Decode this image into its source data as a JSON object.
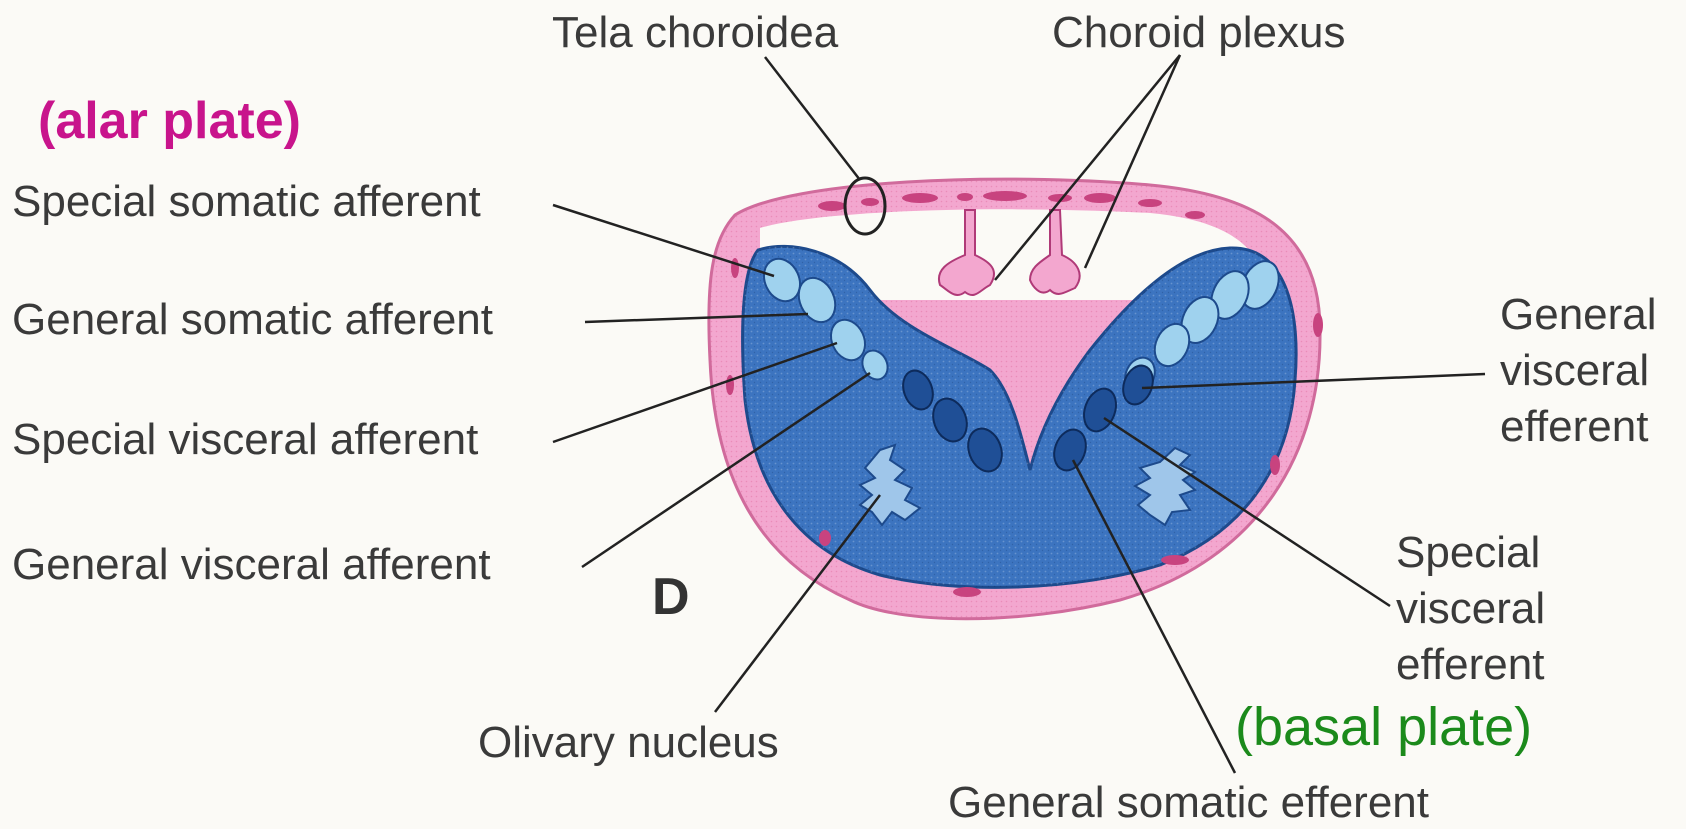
{
  "labels": {
    "alar_plate": "(alar plate)",
    "basal_plate": "(basal plate)",
    "tela_choroidea": "Tela choroidea",
    "choroid_plexus": "Choroid plexus",
    "special_somatic_afferent": "Special somatic afferent",
    "general_somatic_afferent": "General somatic afferent",
    "special_visceral_afferent": "Special visceral afferent",
    "general_visceral_afferent": "General visceral afferent",
    "olivary_nucleus": "Olivary nucleus",
    "general_somatic_efferent": "General somatic efferent",
    "general_visceral_efferent": [
      "General",
      "visceral",
      "efferent"
    ],
    "special_visceral_efferent": [
      "Special",
      "visceral",
      "efferent"
    ],
    "panel_letter": "D"
  },
  "colors": {
    "alar_plate_text": "#c8148c",
    "basal_plate_text": "#1b8a1b",
    "pink_membrane": "#f3a7cf",
    "pink_dark": "#c8437f",
    "blue_tissue": "#3c74c0",
    "blue_dark": "#1d4a8c",
    "nucleus_light": "#9fd2ee",
    "nucleus_dark": "#1f4f96"
  }
}
